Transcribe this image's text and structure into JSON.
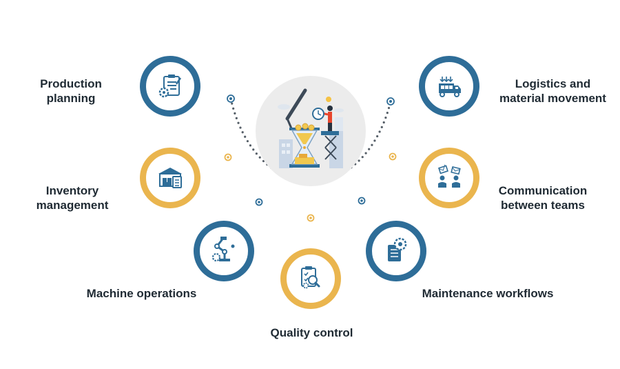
{
  "colors": {
    "blue": "#2e6d98",
    "gold": "#eab54e",
    "dots": "#555e67",
    "center_bg": "#ececec",
    "text": "#1f2a33"
  },
  "center": {
    "icon": "hourglass-with-worker-illustration"
  },
  "items": [
    {
      "id": "production",
      "lines": [
        "Production",
        "planning"
      ],
      "ring": "blue",
      "icon": "clipboard-gear-icon"
    },
    {
      "id": "inventory",
      "lines": [
        "Inventory",
        "management"
      ],
      "ring": "gold",
      "icon": "warehouse-inventory-icon"
    },
    {
      "id": "machine",
      "lines": [
        "Machine operations"
      ],
      "ring": "blue",
      "icon": "robotic-arm-icon"
    },
    {
      "id": "quality",
      "lines": [
        "Quality control"
      ],
      "ring": "gold",
      "icon": "quality-check-icon"
    },
    {
      "id": "maintenance",
      "lines": [
        "Maintenance workflows"
      ],
      "ring": "blue",
      "icon": "maintenance-document-icon"
    },
    {
      "id": "communication",
      "lines": [
        "Communication",
        "between teams"
      ],
      "ring": "gold",
      "icon": "team-communication-icon"
    },
    {
      "id": "logistics",
      "lines": [
        "Logistics and",
        "material movement"
      ],
      "ring": "blue",
      "icon": "delivery-truck-icon"
    }
  ]
}
